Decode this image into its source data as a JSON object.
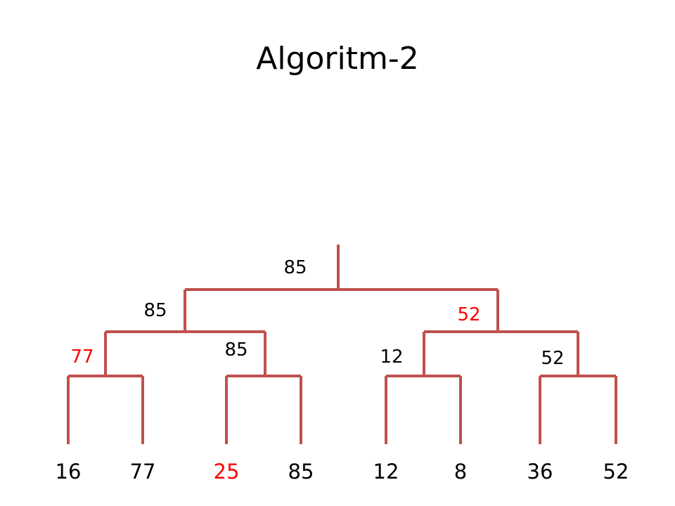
{
  "title": "Algoritm-2",
  "colors": {
    "line": "#c0504d",
    "highlight": "#ff0000",
    "text": "#000000"
  },
  "tree": {
    "leaves": [
      {
        "value": "16",
        "highlight": false
      },
      {
        "value": "77",
        "highlight": false
      },
      {
        "value": "25",
        "highlight": true
      },
      {
        "value": "85",
        "highlight": false
      },
      {
        "value": "12",
        "highlight": false
      },
      {
        "value": "8",
        "highlight": false
      },
      {
        "value": "36",
        "highlight": false
      },
      {
        "value": "52",
        "highlight": false
      }
    ],
    "level1": [
      {
        "value": "77",
        "highlight": true
      },
      {
        "value": "85",
        "highlight": false
      },
      {
        "value": "12",
        "highlight": false
      },
      {
        "value": "52",
        "highlight": false
      }
    ],
    "level2": [
      {
        "value": "85",
        "highlight": false
      },
      {
        "value": "52",
        "highlight": true
      }
    ],
    "root": {
      "value": "85",
      "highlight": false
    }
  }
}
